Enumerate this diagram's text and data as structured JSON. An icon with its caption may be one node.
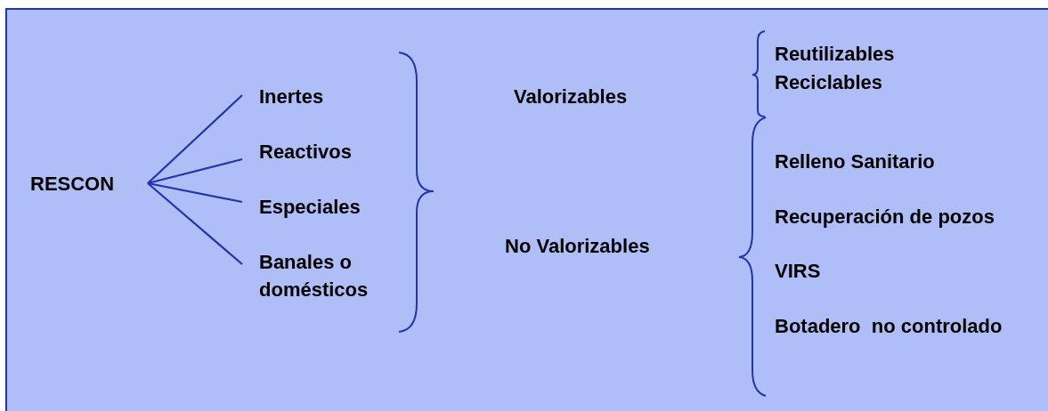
{
  "diagram": {
    "nodes": [
      {
        "text": [
          "RESCON"
        ]
      },
      {
        "text": [
          "Inertes"
        ]
      },
      {
        "text": [
          "Reactivos"
        ]
      },
      {
        "text": [
          "Especiales"
        ]
      },
      {
        "text": [
          "Banales o domésticos"
        ]
      },
      {
        "text": [
          "Valorizables"
        ]
      },
      {
        "text": [
          "No Valorizables"
        ]
      },
      {
        "text": [
          "Reutilizables"
        ]
      },
      {
        "text": [
          "Reciclables"
        ]
      },
      {
        "text": [
          "Relleno Sanitario"
        ]
      },
      {
        "text": [
          "Recuperación de pozos"
        ]
      },
      {
        "text": [
          "VIRS"
        ]
      },
      {
        "text": [
          "Botadero  no controlado"
        ]
      }
    ],
    "edges": [
      {
        "from": 0,
        "to": 1,
        "arrow": "none"
      },
      {
        "from": 0,
        "to": 2,
        "arrow": "none"
      },
      {
        "from": 0,
        "to": 3,
        "arrow": "none"
      },
      {
        "from": 0,
        "to": 4,
        "arrow": "none"
      }
    ]
  }
}
